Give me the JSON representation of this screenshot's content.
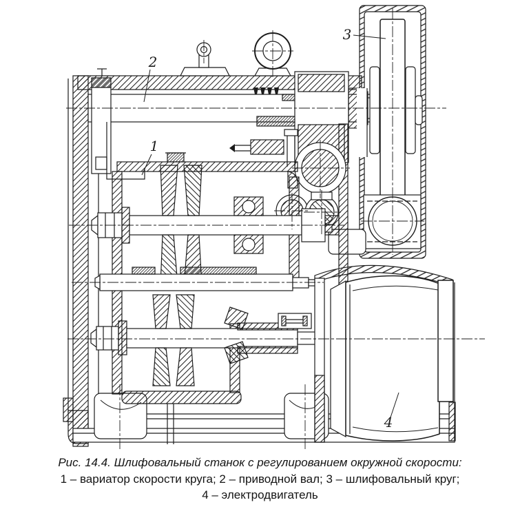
{
  "figure": {
    "caption_line1": "Рис. 14.4. Шлифовальный станок с регулированием окружной скорости:",
    "caption_line2": "1 – вариатор скорости круга; 2 – приводной вал; 3 – шлифовальный круг;",
    "caption_line3": "4 – электродвигатель"
  },
  "callouts": {
    "variator": {
      "number": "1",
      "label": "вариатор скорости круга"
    },
    "drive_shaft": {
      "number": "2",
      "label": "приводной вал"
    },
    "grinding_wheel": {
      "number": "3",
      "label": "шлифовальный круг"
    },
    "motor": {
      "number": "4",
      "label": "электродвигатель"
    }
  },
  "colors": {
    "ink": "#1c1c1c",
    "paper": "#ffffff"
  }
}
